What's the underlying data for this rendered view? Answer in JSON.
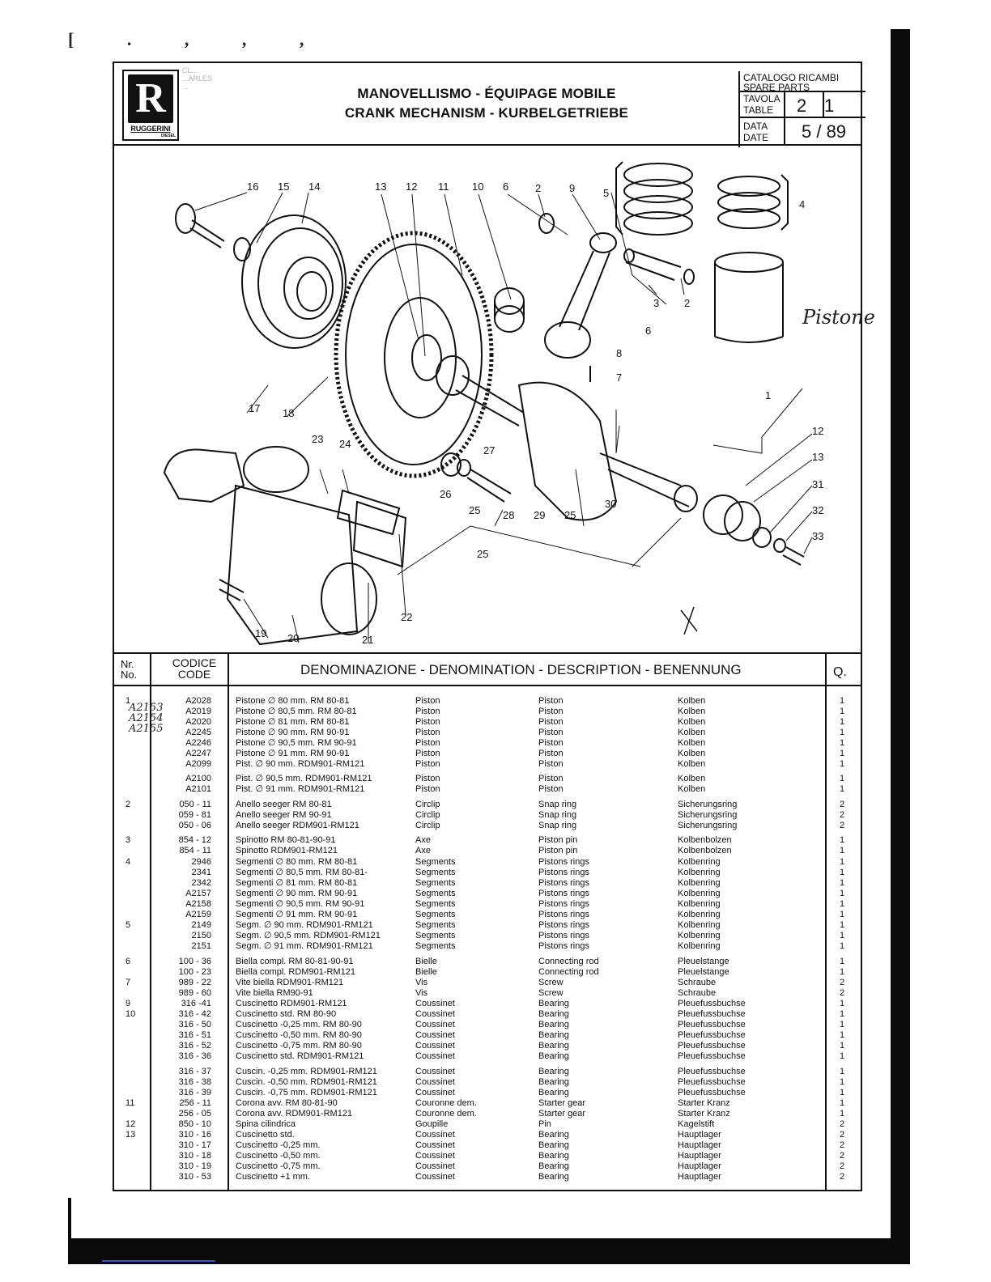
{
  "document": {
    "brand": {
      "name": "RUGGERINI",
      "sub": "DIESEL",
      "letter": "R",
      "stamp": [
        "CL...",
        "...ARLES",
        "..."
      ]
    },
    "title_lines": [
      "MANOVELLISMO - ÉQUIPAGE MOBILE",
      "CRANK MECHANISM - KURBELGETRIEBE"
    ],
    "info": {
      "catalog_it": "CATALOGO RICAMBI",
      "catalog_en": "SPARE PARTS",
      "tavola": "TAVOLA",
      "table": "TABLE",
      "table_no_1": "2",
      "table_no_2": "1",
      "data": "DATA",
      "date": "DATE",
      "date_value": "5 / 89"
    },
    "handwritten_label": "Pistone",
    "handwritten_mark": "X",
    "handwritten_codes": [
      "A2153",
      "A2154",
      "A2155"
    ],
    "table_header": {
      "nr": "Nr.",
      "no": "No.",
      "codice": "CODICE",
      "code": "CODE",
      "description": "DENOMINAZIONE - DENOMINATION - DESCRIPTION - BENENNUNG",
      "q": "Q."
    }
  },
  "callouts": {
    "c16": "16",
    "c15": "15",
    "c14": "14",
    "c13": "13",
    "c12": "12",
    "c11": "11",
    "c10": "10",
    "c6": "6",
    "c2": "2",
    "c9": "9",
    "c5": "5",
    "c4": "4",
    "c3": "3",
    "c2b": "2",
    "c6b": "6",
    "c8": "8",
    "c7": "7",
    "c1": "1",
    "c17": "17",
    "c18": "18",
    "c23": "23",
    "c24": "24",
    "c27": "27",
    "c26": "26",
    "c25": "25",
    "c28": "28",
    "c29": "29",
    "c25b": "25",
    "c30": "30",
    "c12b": "12",
    "c13b": "13",
    "c31": "31",
    "c32": "32",
    "c33": "33",
    "c25c": "25",
    "c22": "22",
    "c19": "19",
    "c20": "20",
    "c21": "21"
  },
  "parts": [
    {
      "nr": "1",
      "code": "A2028",
      "it": "Pistone ∅ 80    mm. RM 80-81",
      "fr": "Piston",
      "en": "Piston",
      "de": "Kolben",
      "q": "1"
    },
    {
      "nr": "",
      "code": "A2019",
      "it": "Pistone ∅ 80,5 mm. RM 80-81",
      "fr": "Piston",
      "en": "Piston",
      "de": "Kolben",
      "q": "1"
    },
    {
      "nr": "",
      "code": "A2020",
      "it": "Pistone ∅ 81    mm. RM 80-81",
      "fr": "Piston",
      "en": "Piston",
      "de": "Kolben",
      "q": "1"
    },
    {
      "nr": "",
      "code": "A2245",
      "it": "Pistone ∅ 90    mm. RM 90-91",
      "fr": "Piston",
      "en": "Piston",
      "de": "Kolben",
      "q": "1"
    },
    {
      "nr": "",
      "code": "A2246",
      "it": "Pistone ∅ 90,5 mm. RM 90-91",
      "fr": "Piston",
      "en": "Piston",
      "de": "Kolben",
      "q": "1"
    },
    {
      "nr": "",
      "code": "A2247",
      "it": "Pistone ∅ 91    mm. RM 90-91",
      "fr": "Piston",
      "en": "Piston",
      "de": "Kolben",
      "q": "1"
    },
    {
      "nr": "",
      "code": "A2099",
      "it": "Pist. ∅ 90    mm. RDM901-RM121",
      "fr": "Piston",
      "en": "Piston",
      "de": "Kolben",
      "q": "1"
    },
    {
      "nr": "",
      "code": "A2100",
      "it": "Pist. ∅ 90,5 mm. RDM901-RM121",
      "fr": "Piston",
      "en": "Piston",
      "de": "Kolben",
      "q": "1"
    },
    {
      "nr": "",
      "code": "A2101",
      "it": "Pist. ∅ 91    mm. RDM901-RM121",
      "fr": "Piston",
      "en": "Piston",
      "de": "Kolben",
      "q": "1"
    },
    {
      "nr": "2",
      "code": "050 - 11",
      "it": "Anello seeger RM 80-81",
      "fr": "Circlip",
      "en": "Snap ring",
      "de": "Sicherungsring",
      "q": "2"
    },
    {
      "nr": "",
      "code": "059 - 81",
      "it": "Anello seeger RM 90-91",
      "fr": "Circlip",
      "en": "Snap ring",
      "de": "Sicherungsring",
      "q": "2"
    },
    {
      "nr": "",
      "code": "050 - 06",
      "it": "Anello seeger RDM901-RM121",
      "fr": "Circlip",
      "en": "Snap ring",
      "de": "Sicherungsring",
      "q": "2"
    },
    {
      "nr": "3",
      "code": "854 - 12",
      "it": "Spinotto RM 80-81-90-91",
      "fr": "Axe",
      "en": "Piston pin",
      "de": "Kolbenbolzen",
      "q": "1"
    },
    {
      "nr": "",
      "code": "854 - 11",
      "it": "Spinotto RDM901-RM121",
      "fr": "Axe",
      "en": "Piston pin",
      "de": "Kolbenbolzen",
      "q": "1"
    },
    {
      "nr": "4",
      "code": "2946",
      "it": "Segmenti ∅ 80    mm. RM 80-81",
      "fr": "Segments",
      "en": "Pistons rings",
      "de": "Kolbenring",
      "q": "1"
    },
    {
      "nr": "",
      "code": "2341",
      "it": "Segmenti ∅ 80,5 mm. RM 80-81-",
      "fr": "Segments",
      "en": "Pistons rings",
      "de": "Kolbenring",
      "q": "1"
    },
    {
      "nr": "",
      "code": "2342",
      "it": "Segmenti ∅ 81    mm. RM 80-81",
      "fr": "Segments",
      "en": "Pistons rings",
      "de": "Kolbenring",
      "q": "1"
    },
    {
      "nr": "",
      "code": "A2157",
      "it": "Segmenti ∅ 90    mm. RM 90-91",
      "fr": "Segments",
      "en": "Pistons rings",
      "de": "Kolbenring",
      "q": "1"
    },
    {
      "nr": "",
      "code": "A2158",
      "it": "Segmenti ∅ 90,5 mm. RM 90-91",
      "fr": "Segments",
      "en": "Pistons rings",
      "de": "Kolbenring",
      "q": "1"
    },
    {
      "nr": "",
      "code": "A2159",
      "it": "Segmenti ∅ 91    mm. RM 90-91",
      "fr": "Segments",
      "en": "Pistons rings",
      "de": "Kolbenring",
      "q": "1"
    },
    {
      "nr": "5",
      "code": "2149",
      "it": "Segm. ∅ 90    mm. RDM901-RM121",
      "fr": "Segments",
      "en": "Pistons rings",
      "de": "Kolbenring",
      "q": "1"
    },
    {
      "nr": "",
      "code": "2150",
      "it": "Segm. ∅ 90,5 mm. RDM901-RM121",
      "fr": "Segments",
      "en": "Pistons rings",
      "de": "Kolbenring",
      "q": "1"
    },
    {
      "nr": "",
      "code": "2151",
      "it": "Segm. ∅ 91    mm. RDM901-RM121",
      "fr": "Segments",
      "en": "Pistons rings",
      "de": "Kolbenring",
      "q": "1"
    },
    {
      "nr": "6",
      "code": "100 - 36",
      "it": "Biella compl. RM 80-81-90-91",
      "fr": "Bielle",
      "en": "Connecting rod",
      "de": "Pleuelstange",
      "q": "1"
    },
    {
      "nr": "",
      "code": "100 - 23",
      "it": "Biella compl. RDM901-RM121",
      "fr": "Bielle",
      "en": "Connecting rod",
      "de": "Pleuelstange",
      "q": "1"
    },
    {
      "nr": "7",
      "code": "989 - 22",
      "it": "Vite biella RDM901-RM121",
      "fr": "Vis",
      "en": "Screw",
      "de": "Schraube",
      "q": "2"
    },
    {
      "nr": "",
      "code": "989 - 60",
      "it": "Vite biella RM90-91",
      "fr": "Vis",
      "en": "Screw",
      "de": "Schraube",
      "q": "2"
    },
    {
      "nr": "9",
      "code": "316 -41",
      "it": "Cuscinetto RDM901-RM121",
      "fr": "Coussinet",
      "en": "Bearing",
      "de": "Pleuefussbuchse",
      "q": "1"
    },
    {
      "nr": "10",
      "code": "316 - 42",
      "it": "Cuscinetto std. RM 80-90",
      "fr": "Coussinet",
      "en": "Bearing",
      "de": "Pleuefussbuchse",
      "q": "1"
    },
    {
      "nr": "",
      "code": "316 - 50",
      "it": "Cuscinetto -0,25 mm. RM 80-90",
      "fr": "Coussinet",
      "en": "Bearing",
      "de": "Pleuefussbuchse",
      "q": "1"
    },
    {
      "nr": "",
      "code": "316 - 51",
      "it": "Cuscinetto -0,50 mm. RM 80-90",
      "fr": "Coussinet",
      "en": "Bearing",
      "de": "Pleuefussbuchse",
      "q": "1"
    },
    {
      "nr": "",
      "code": "316 - 52",
      "it": "Cuscinetto -0,75 mm. RM 80-90",
      "fr": "Coussinet",
      "en": "Bearing",
      "de": "Pleuefussbuchse",
      "q": "1"
    },
    {
      "nr": "",
      "code": "316 - 36",
      "it": "Cuscinetto std. RDM901-RM121",
      "fr": "Coussinet",
      "en": "Bearing",
      "de": "Pleuefussbuchse",
      "q": "1"
    },
    {
      "nr": "",
      "code": "316 - 37",
      "it": "Cuscin. -0,25 mm. RDM901-RM121",
      "fr": "Coussinet",
      "en": "Bearing",
      "de": "Pleuefussbuchse",
      "q": "1"
    },
    {
      "nr": "",
      "code": "316 - 38",
      "it": "Cuscin. -0,50 mm. RDM901-RM121",
      "fr": "Coussinet",
      "en": "Bearing",
      "de": "Pleuefussbuchse",
      "q": "1"
    },
    {
      "nr": "",
      "code": "316 - 39",
      "it": "Cuscin. -0,75 mm. RDM901-RM121",
      "fr": "Coussinet",
      "en": "Bearing",
      "de": "Pleuefussbuchse",
      "q": "1"
    },
    {
      "nr": "11",
      "code": "256 - 11",
      "it": "Corona avv. RM 80-81-90",
      "fr": "Couronne dem.",
      "en": "Starter gear",
      "de": "Starter Kranz",
      "q": "1"
    },
    {
      "nr": "",
      "code": "256 - 05",
      "it": "Corona avv. RDM901-RM121",
      "fr": "Couronne dem.",
      "en": "Starter gear",
      "de": "Starter Kranz",
      "q": "1"
    },
    {
      "nr": "12",
      "code": "850 - 10",
      "it": "Spina cilindrica",
      "fr": "Goupille",
      "en": "Pin",
      "de": "Kagelstift",
      "q": "2"
    },
    {
      "nr": "13",
      "code": "310 - 16",
      "it": "Cuscinetto std.",
      "fr": "Coussinet",
      "en": "Bearing",
      "de": "Hauptlager",
      "q": "2"
    },
    {
      "nr": "",
      "code": "310 - 17",
      "it": "Cuscinetto -0,25 mm.",
      "fr": "Coussinet",
      "en": "Bearing",
      "de": "Hauptlager",
      "q": "2"
    },
    {
      "nr": "",
      "code": "310 - 18",
      "it": "Cuscinetto -0,50 mm.",
      "fr": "Coussinet",
      "en": "Bearing",
      "de": "Hauptlager",
      "q": "2"
    },
    {
      "nr": "",
      "code": "310 - 19",
      "it": "Cuscinetto -0,75 mm.",
      "fr": "Coussinet",
      "en": "Bearing",
      "de": "Hauptlager",
      "q": "2"
    },
    {
      "nr": "",
      "code": "310 - 53",
      "it": "Cuscinetto +1    mm.",
      "fr": "Coussinet",
      "en": "Bearing",
      "de": "Hauptlager",
      "q": "2"
    }
  ]
}
